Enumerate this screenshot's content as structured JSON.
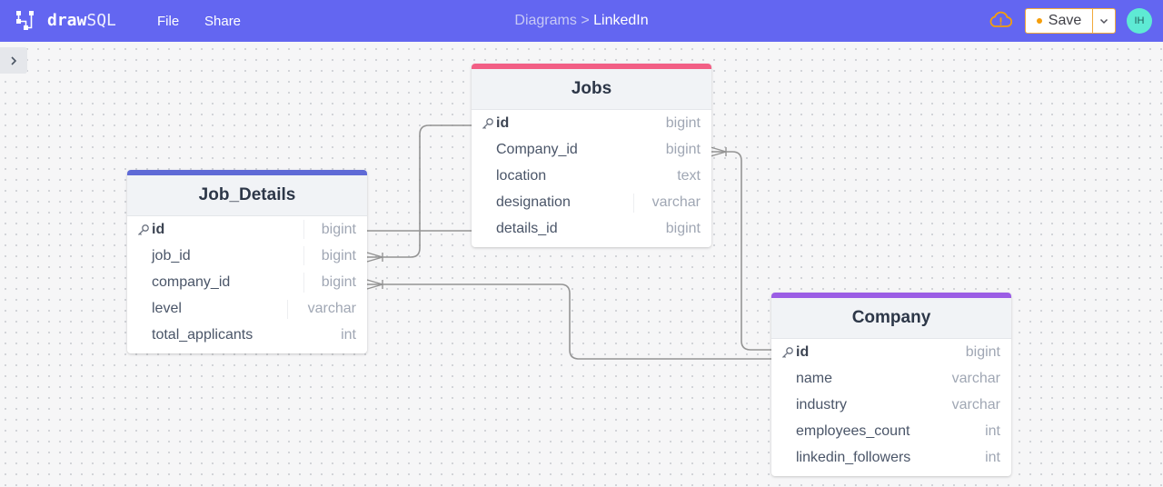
{
  "app": {
    "brand_bold": "draw",
    "brand_light": "SQL",
    "menu_file": "File",
    "menu_share": "Share",
    "breadcrumb_parent": "Diagrams",
    "breadcrumb_separator": ">",
    "breadcrumb_current": "LinkedIn",
    "save_label": "Save",
    "user_initials": "IH",
    "accent_color": "#6366f1",
    "warning_color": "#f59e0b"
  },
  "tables": {
    "jobs": {
      "name": "Jobs",
      "header_color": "#f25f85",
      "columns": [
        {
          "name": "id",
          "type": "bigint",
          "pk": true
        },
        {
          "name": "Company_id",
          "type": "bigint",
          "pk": false
        },
        {
          "name": "location",
          "type": "text",
          "pk": false
        },
        {
          "name": "designation",
          "type": "varchar",
          "pk": false
        },
        {
          "name": "details_id",
          "type": "bigint",
          "pk": false
        }
      ]
    },
    "job_details": {
      "name": "Job_Details",
      "header_color": "#5f6ad6",
      "columns": [
        {
          "name": "id",
          "type": "bigint",
          "pk": true
        },
        {
          "name": "job_id",
          "type": "bigint",
          "pk": false
        },
        {
          "name": "company_id",
          "type": "bigint",
          "pk": false
        },
        {
          "name": "level",
          "type": "varchar",
          "pk": false
        },
        {
          "name": "total_applicants",
          "type": "int",
          "pk": false
        }
      ]
    },
    "company": {
      "name": "Company",
      "header_color": "#9b5de5",
      "columns": [
        {
          "name": "id",
          "type": "bigint",
          "pk": true
        },
        {
          "name": "name",
          "type": "varchar",
          "pk": false
        },
        {
          "name": "industry",
          "type": "varchar",
          "pk": false
        },
        {
          "name": "employees_count",
          "type": "int",
          "pk": false
        },
        {
          "name": "linkedin_followers",
          "type": "int",
          "pk": false
        }
      ]
    }
  },
  "icons": {
    "logo": "drawsql-logo-icon",
    "cloud": "cloud-warning-icon",
    "caret": "chevron-down-icon",
    "sidebar": "chevron-right-icon",
    "primary_key": "key-icon"
  }
}
